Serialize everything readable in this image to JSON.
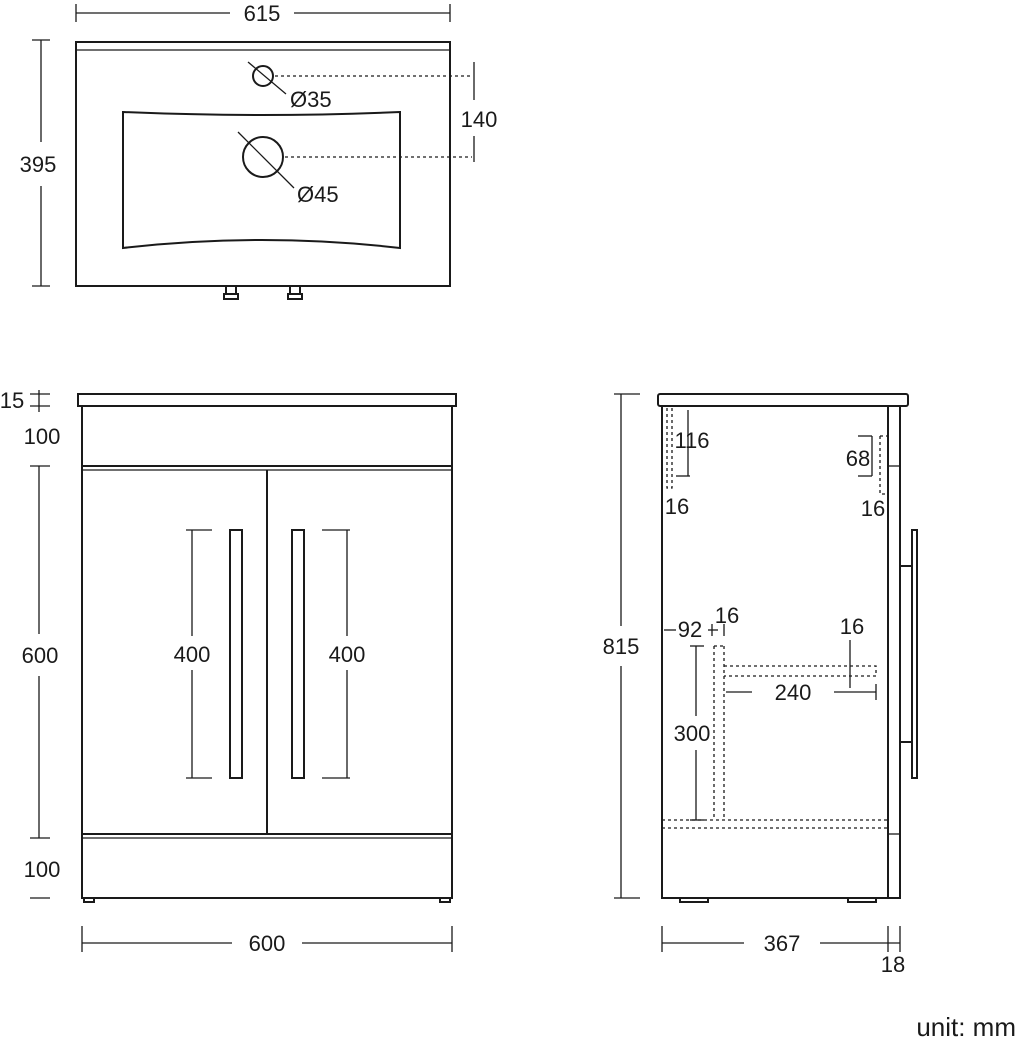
{
  "unit": "unit: mm",
  "top_view": {
    "width": "615",
    "depth": "395",
    "hole_small": "Ø35",
    "hole_large": "Ø45",
    "hole_spacing": "140"
  },
  "front_view": {
    "worktop": "15",
    "drawer_top": "100",
    "doors": "600",
    "plinth": "100",
    "width": "600",
    "handle_left": "400",
    "handle_right": "400"
  },
  "side_view": {
    "height": "815",
    "depth": "367",
    "door": "18",
    "rail_back": "116",
    "rail_back_thickness": "16",
    "rail_front": "68",
    "rail_front_thickness": "16",
    "upright_offset": "92",
    "upright_thickness": "16",
    "shelf_thickness": "16",
    "shelf_depth": "240",
    "shelf_height": "300"
  }
}
